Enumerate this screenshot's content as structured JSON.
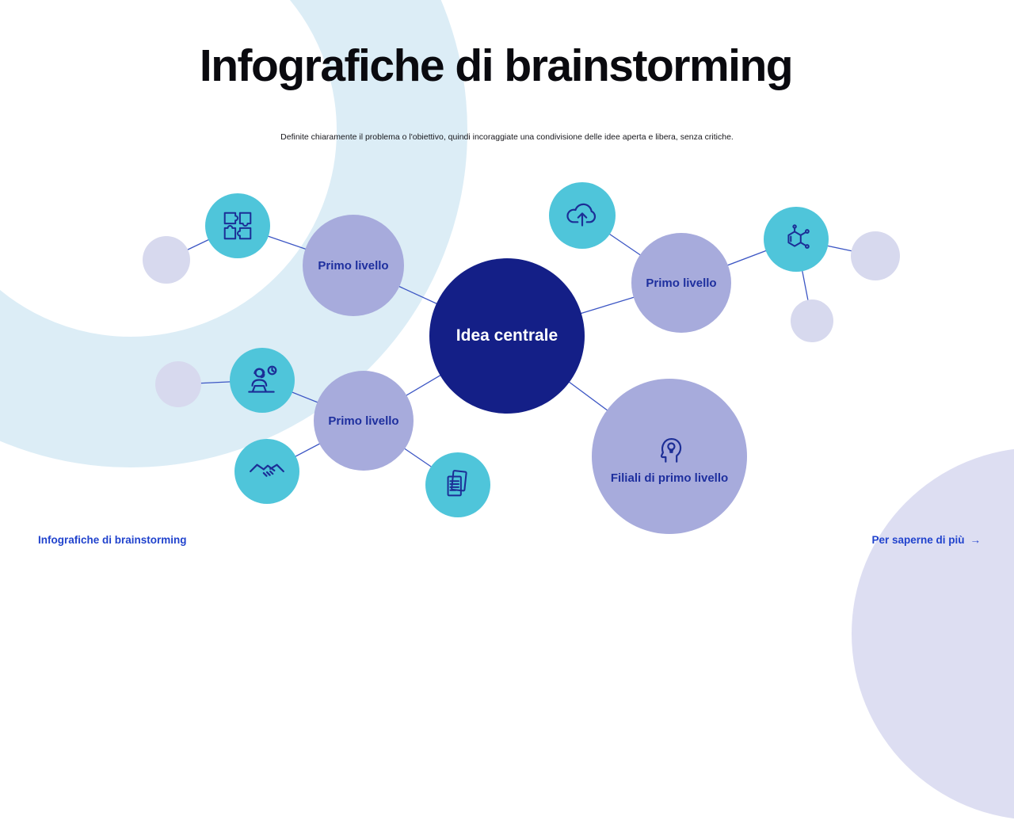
{
  "slide": {
    "title": "Infografiche di brainstorming",
    "subtitle": "Definite chiaramente il problema o l'obiettivo, quindi incoraggiate una condivisione delle idee aperta e libera, senza critiche.",
    "footer": {
      "left": "Infografiche di brainstorming",
      "link_label": "Per saperne di più",
      "link_arrow": "→"
    }
  },
  "diagram": {
    "central": {
      "label": "Idea centrale"
    },
    "branches": [
      {
        "label": "Primo livello"
      },
      {
        "label": "Primo livello"
      },
      {
        "label": "Primo livello"
      },
      {
        "label": "Filiali di primo livello"
      }
    ],
    "icon_nodes": [
      {
        "icon": "puzzle-icon"
      },
      {
        "icon": "cloud-upload-icon"
      },
      {
        "icon": "molecule-icon"
      },
      {
        "icon": "support-agent-icon"
      },
      {
        "icon": "handshake-icon"
      },
      {
        "icon": "documents-icon"
      },
      {
        "icon": "idea-head-icon"
      }
    ],
    "satellite_count": 4
  },
  "colors": {
    "central_circle": "#141f87",
    "branch_circle": "#a7abdc",
    "icon_circle": "#4fc5da",
    "satellite_circle": "#d7d9ee",
    "connector_line": "#3c56c4",
    "label_text": "#1e2f9e",
    "footer_link": "#2143cd",
    "ring_decoration": "#dcedf6",
    "blob_decoration": "#dddef2"
  }
}
